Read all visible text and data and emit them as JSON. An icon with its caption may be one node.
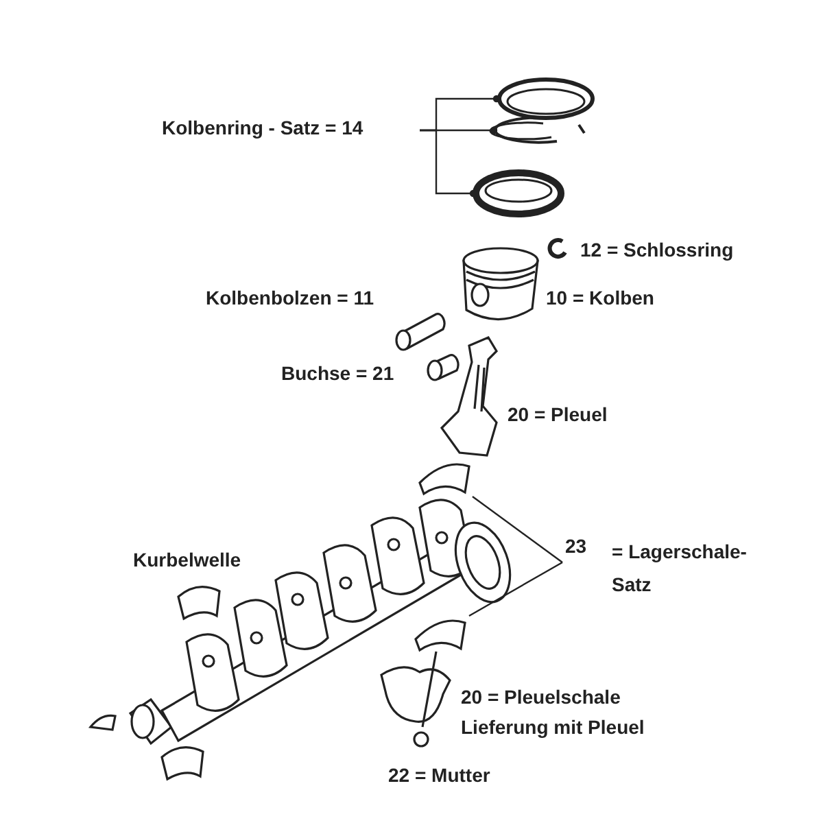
{
  "diagram": {
    "nodes": [
      {
        "text": [
          "Kolbenring - Satz = 14"
        ]
      },
      {
        "text": [],
        "shape": "picture"
      },
      {
        "text": [],
        "shape": "picture"
      },
      {
        "text": [],
        "shape": "picture"
      },
      {
        "text": [
          "23",
          "= Lagerschale- Satz"
        ]
      },
      {
        "text": [],
        "shape": "picture"
      },
      {
        "text": [],
        "shape": "picture"
      }
    ],
    "edges": [
      {
        "from": 0,
        "to": 1,
        "arrow": "other"
      },
      {
        "from": 0,
        "to": 2,
        "arrow": "other"
      },
      {
        "from": 0,
        "to": 3,
        "arrow": "other"
      },
      {
        "from": 4,
        "to": 5,
        "arrow": "none"
      },
      {
        "from": 4,
        "to": 6,
        "arrow": "none"
      }
    ],
    "labels": [
      "12 = Schlossring",
      "Kolbenbolzen = 11",
      "10 = Kolben",
      "Buchse = 21",
      "20 = Pleuel",
      "Kurbelwelle",
      "20 = Pleuelschale Lieferung mit Pleuel",
      "22 = Mutter"
    ]
  }
}
